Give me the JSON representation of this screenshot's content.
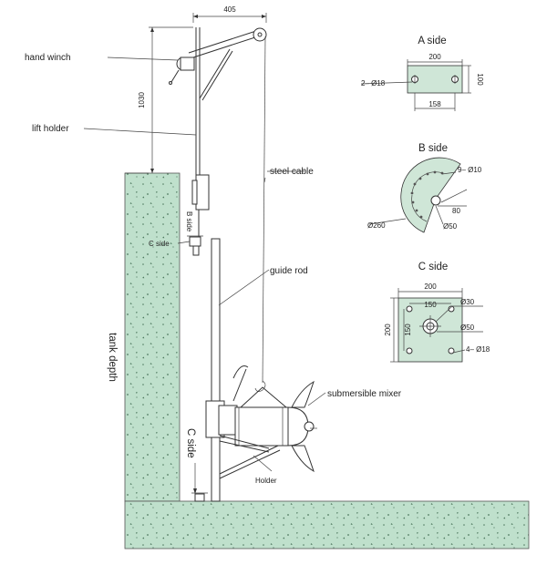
{
  "labels": {
    "hand_winch": "hand winch",
    "lift_holder": "lift holder",
    "steel_cable": "steel cable",
    "b_side_marker": "B side",
    "c_side_marker_small": "C side",
    "guide_rod": "guide rod",
    "tank_depth": "tank depth",
    "c_side_marker_large": "C side",
    "submersible_mixer": "submersible mixer",
    "holder": "Holder"
  },
  "dimensions": {
    "top_width": "405",
    "height": "1030"
  },
  "a_side": {
    "title": "A side",
    "width": "200",
    "height": "100",
    "hole_spacing": "158",
    "holes": "2– Ø18"
  },
  "b_side": {
    "title": "B side",
    "holes": "9– Ø10",
    "offset": "80",
    "outer_dia": "Ø260",
    "inner_dia": "Ø50"
  },
  "c_side": {
    "title": "C side",
    "width": "200",
    "inner_width": "150",
    "height": "200",
    "inner_height": "150",
    "d30": "Ø30",
    "d50": "Ø50",
    "holes": "4– Ø18"
  },
  "colors": {
    "concrete": "#bfe0cc",
    "plate": "#cfe6d7",
    "line": "#333333"
  }
}
